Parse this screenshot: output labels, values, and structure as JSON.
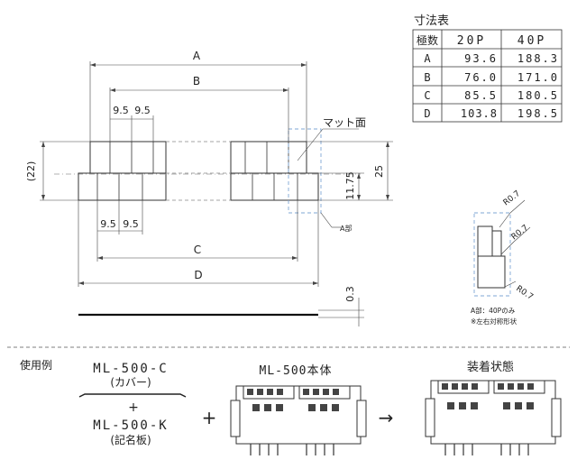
{
  "table": {
    "title": "寸法表",
    "headers": [
      "極数",
      "20P",
      "40P"
    ],
    "rows": [
      {
        "label": "A",
        "p20": "93.6",
        "p40": "188.3"
      },
      {
        "label": "B",
        "p20": "76.0",
        "p40": "171.0"
      },
      {
        "label": "C",
        "p20": "85.5",
        "p40": "180.5"
      },
      {
        "label": "D",
        "p20": "103.8",
        "p40": "198.5"
      }
    ]
  },
  "dims": {
    "a": "A",
    "b": "B",
    "c": "C",
    "d": "D",
    "pitch1": "9.5",
    "pitch2": "9.5",
    "pitch3": "9.5",
    "pitch4": "9.5",
    "h22": "(22)",
    "h25": "25",
    "h1175": "11.75",
    "t03": "0.3"
  },
  "labels": {
    "matte": "マット面",
    "partA": "A部",
    "r1": "R0.7",
    "r2": "R0.7",
    "r3": "R0.7",
    "note1": "A部：40Pのみ",
    "note2": "※左右対称形状"
  },
  "usage": {
    "title": "使用例",
    "cover_code": "ML-500-C",
    "cover_name": "(カバー)",
    "plus1": "+",
    "plate_code": "ML-500-K",
    "plate_name": "(記名板)",
    "plus2": "+",
    "body_title": "ML-500本体",
    "arrow": "→",
    "mounted_title": "装着状態"
  }
}
